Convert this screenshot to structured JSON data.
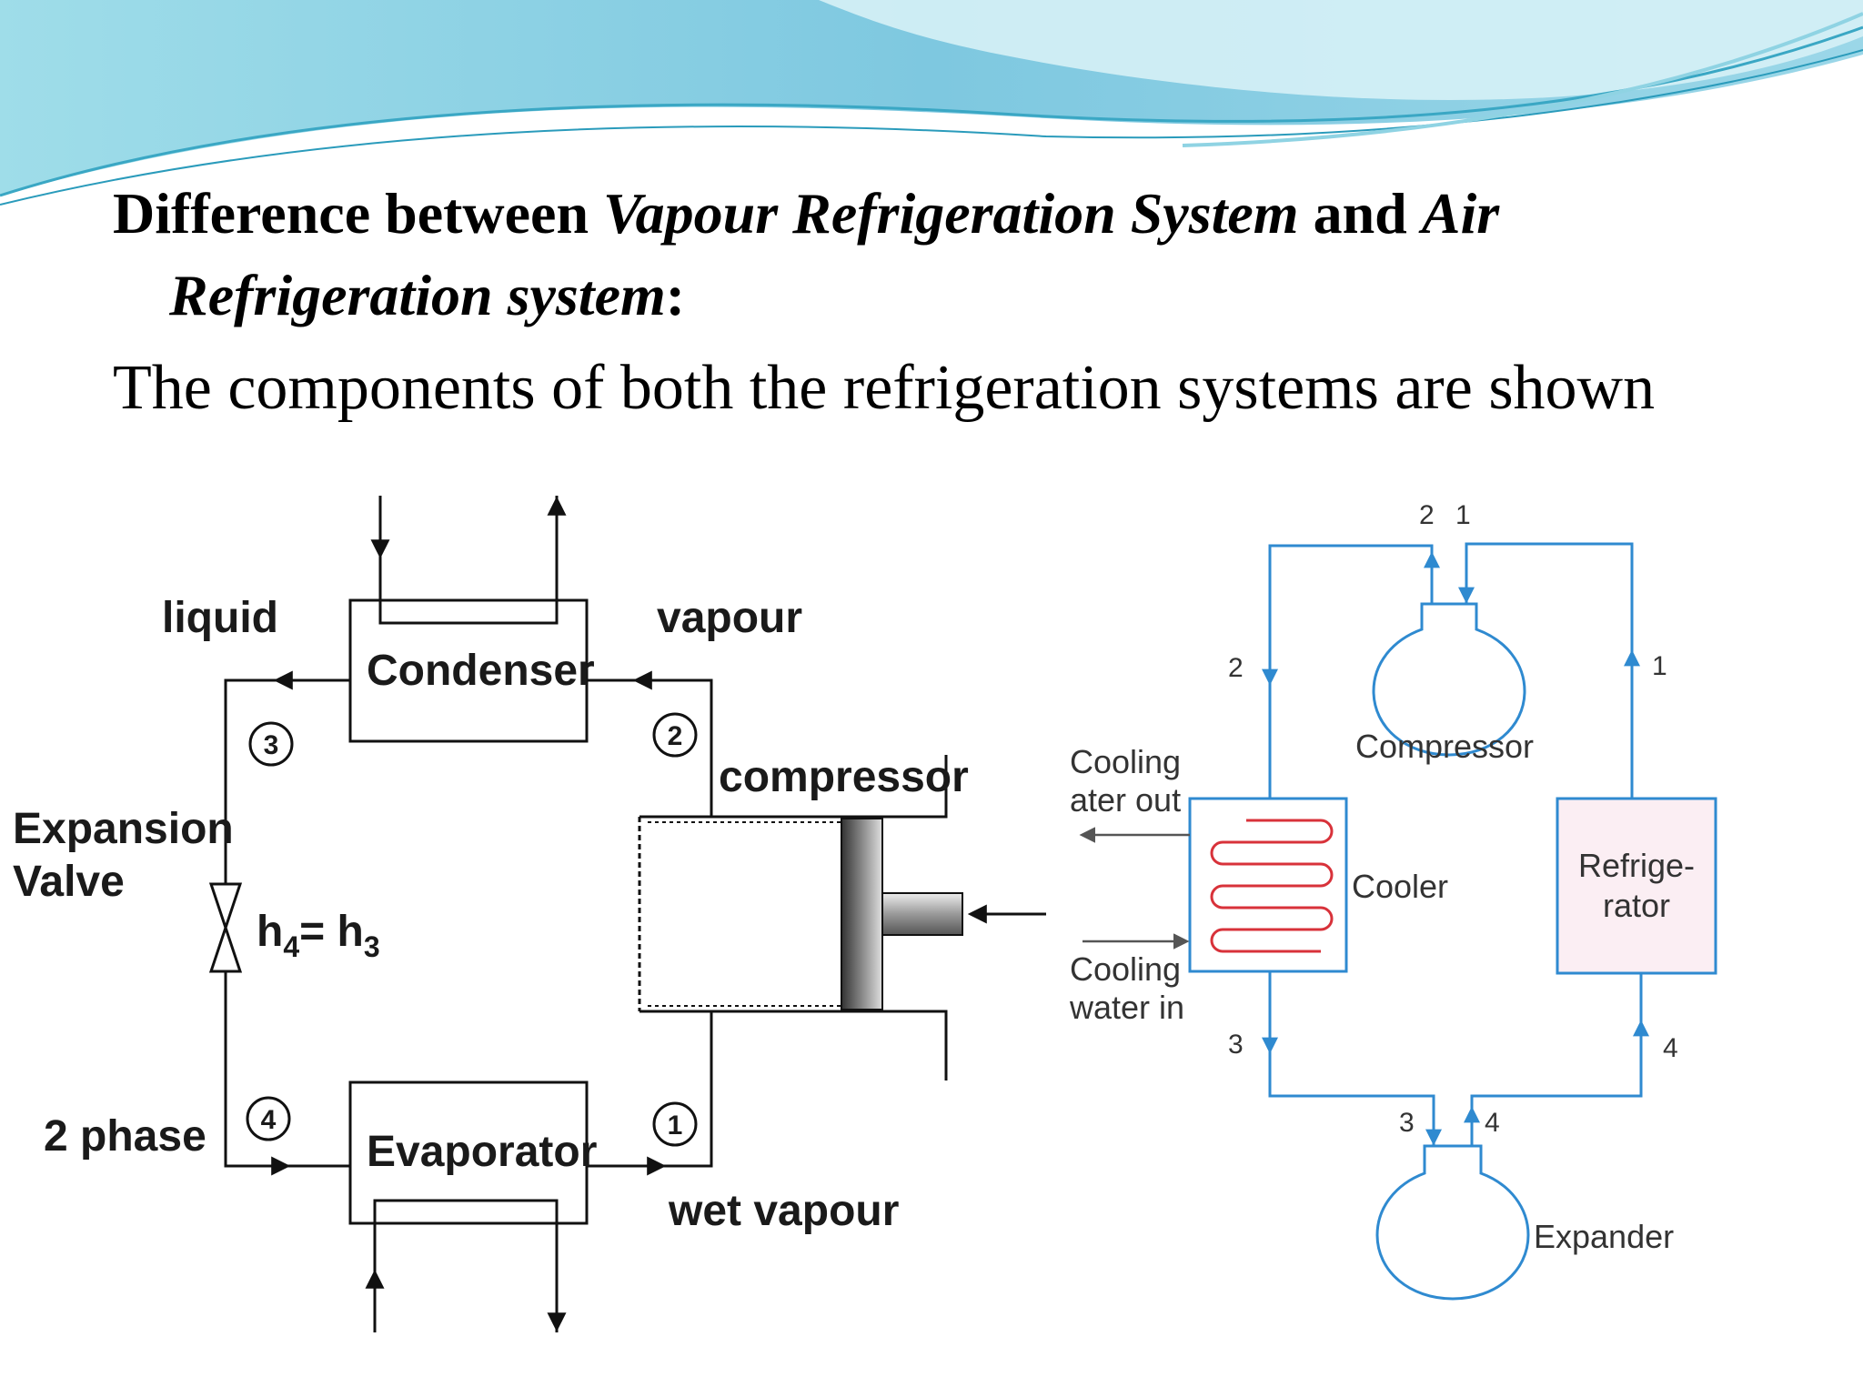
{
  "slide": {
    "title": {
      "part1": "Difference between ",
      "vapour_system": "Vapour Refrigeration System",
      "and": " and ",
      "air": "Air",
      "air_system_rest": "Refrigeration system",
      "colon": ":"
    },
    "body_text": "The components of both the refrigeration systems are shown"
  },
  "vapour_diagram": {
    "condenser": "Condenser",
    "evaporator": "Evaporator",
    "compressor": "compressor",
    "liquid": "liquid",
    "vapour": "vapour",
    "wet_vapour": "wet vapour",
    "two_phase": "2 phase",
    "expansion_valve_line1": "Expansion",
    "expansion_valve_line2": "Valve",
    "enthalpy": "h",
    "enthalpy_sub4": "4",
    "enthalpy_eq": "= h",
    "enthalpy_sub3": "3",
    "state1": "1",
    "state2": "2",
    "state3": "3",
    "state4": "4"
  },
  "air_diagram": {
    "compressor": "Compressor",
    "cooler": "Cooler",
    "refrigerator_line1": "Refrige-",
    "refrigerator_line2": "rator",
    "expander": "Expander",
    "cooling_water_out_line1": "Cooling",
    "cooling_water_out_line2": "ater out",
    "cooling_water_in_line1": "Cooling",
    "cooling_water_in_line2": "water in",
    "pt_top_2": "2",
    "pt_top_1": "1",
    "pt_left_2": "2",
    "pt_right_1": "1",
    "pt_left_3": "3",
    "pt_right_4": "4",
    "pt_bottom_3": "3",
    "pt_bottom_4": "4"
  },
  "colors": {
    "banner_light": "#cdeff4",
    "banner_mid": "#7ecfe0",
    "air_cycle_line": "#2f8ad0",
    "cooler_coil": "#d8323a"
  }
}
